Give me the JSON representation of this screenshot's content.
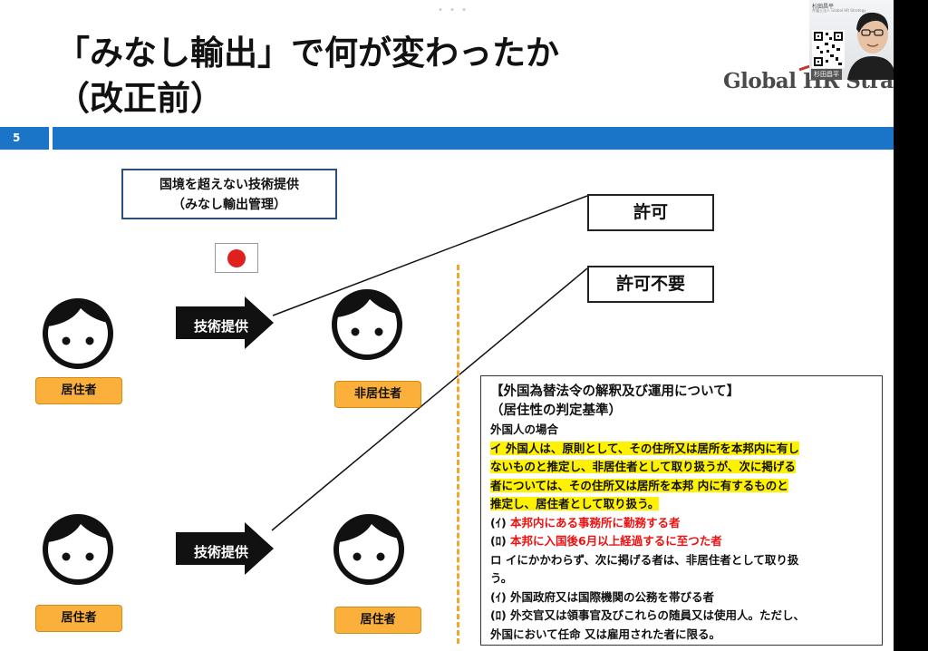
{
  "slide": {
    "title_line1": "「みなし輸出」で何が変わったか",
    "title_line2": "（改正前）",
    "slide_number": "5",
    "logo_text": "Global HR Strategy",
    "top_box_line1": "国境を超えない技術提供",
    "top_box_line2": "（みなし輸出管理）",
    "flag_icon": "japan-flag-icon",
    "top_row": {
      "left_label": "居住者",
      "arrow_label": "技術提供",
      "right_label": "非居住者"
    },
    "bottom_row": {
      "left_label": "居住者",
      "arrow_label": "技術提供",
      "right_label": "居住者"
    },
    "permit_required": "許可",
    "permit_not_required": "許可不要",
    "regulation": {
      "heading1": "【外国為替法令の解釈及び運用について】",
      "heading2": "（居住性の判定基準）",
      "subheading": "外国人の場合",
      "i_line1": "イ 外国人は、原則として、その住所又は居所を本邦内に有し",
      "i_line2": "ないものと推定し、非居住者として取り扱うが、次に掲げる",
      "i_line3": "者については、その住所又は居所を本邦 内に有するものと",
      "i_line4": "推定し、居住者として取り扱う。",
      "i_a_marker": "(ｲ)",
      "i_a_text": "本邦内にある事務所に勤務する者",
      "i_b_marker": "(ﾛ)",
      "i_b_text": "本邦に入国後6月以上経過するに至つた者",
      "ro_line1": "ロ イにかかわらず、次に掲げる者は、非居住者として取り扱",
      "ro_line2": "う。",
      "ro_a_marker": "(ｲ)",
      "ro_a_text": "外国政府又は国際機関の公務を帯びる者",
      "ro_b_marker": "(ﾛ)",
      "ro_b_text": "外交官又は領事官及びこれらの随員又は使用人。ただし、",
      "ro_b_text2": "外国において任命 又は雇用された者に限る。"
    }
  },
  "video": {
    "participant_name": "杉田昌平",
    "caption_name": "杉田昌平",
    "caption_detail": "弁護士法人 Global HR Strategy"
  },
  "colors": {
    "accent_blue": "#1a74c8",
    "label_orange": "#fbb03b",
    "highlight_yellow": "#fff200",
    "emphasis_red": "#ee1111",
    "divider_orange": "#f2a62a"
  }
}
